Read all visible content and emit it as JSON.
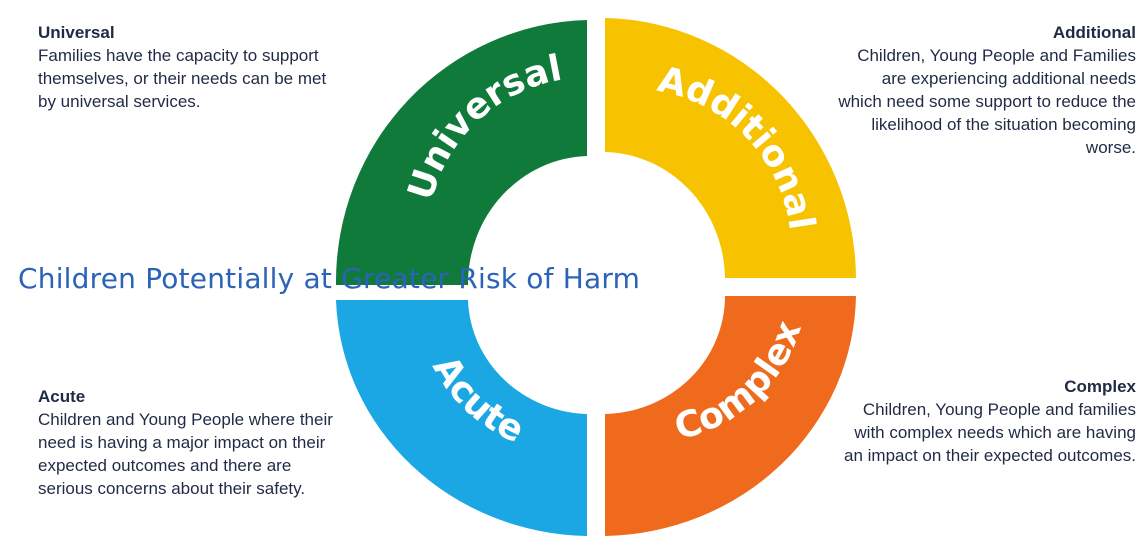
{
  "wheel": {
    "segments": [
      {
        "label": "Universal",
        "color": "#0f7a3a"
      },
      {
        "label": "Additional",
        "color": "#f7c200"
      },
      {
        "label": "Complex",
        "color": "#f06a1e"
      },
      {
        "label": "Acute",
        "color": "#1aa7e3"
      }
    ]
  },
  "descriptions": {
    "universal": {
      "title": "Universal",
      "text": "Families have the capacity to support themselves, or their needs can be met by universal services."
    },
    "additional": {
      "title": "Additional",
      "text": "Children, Young People and Families are experiencing additional needs which need some support to reduce the likelihood of the situation becoming worse."
    },
    "acute": {
      "title": "Acute",
      "text": "Children and Young People where their need is having a major impact on their expected outcomes and there are serious concerns about their safety."
    },
    "complex": {
      "title": "Complex",
      "text": "Children, Young People and families with complex needs which are having an impact on their expected outcomes."
    }
  },
  "overlay_text": "Children Potentially at Greater Risk of Harm"
}
